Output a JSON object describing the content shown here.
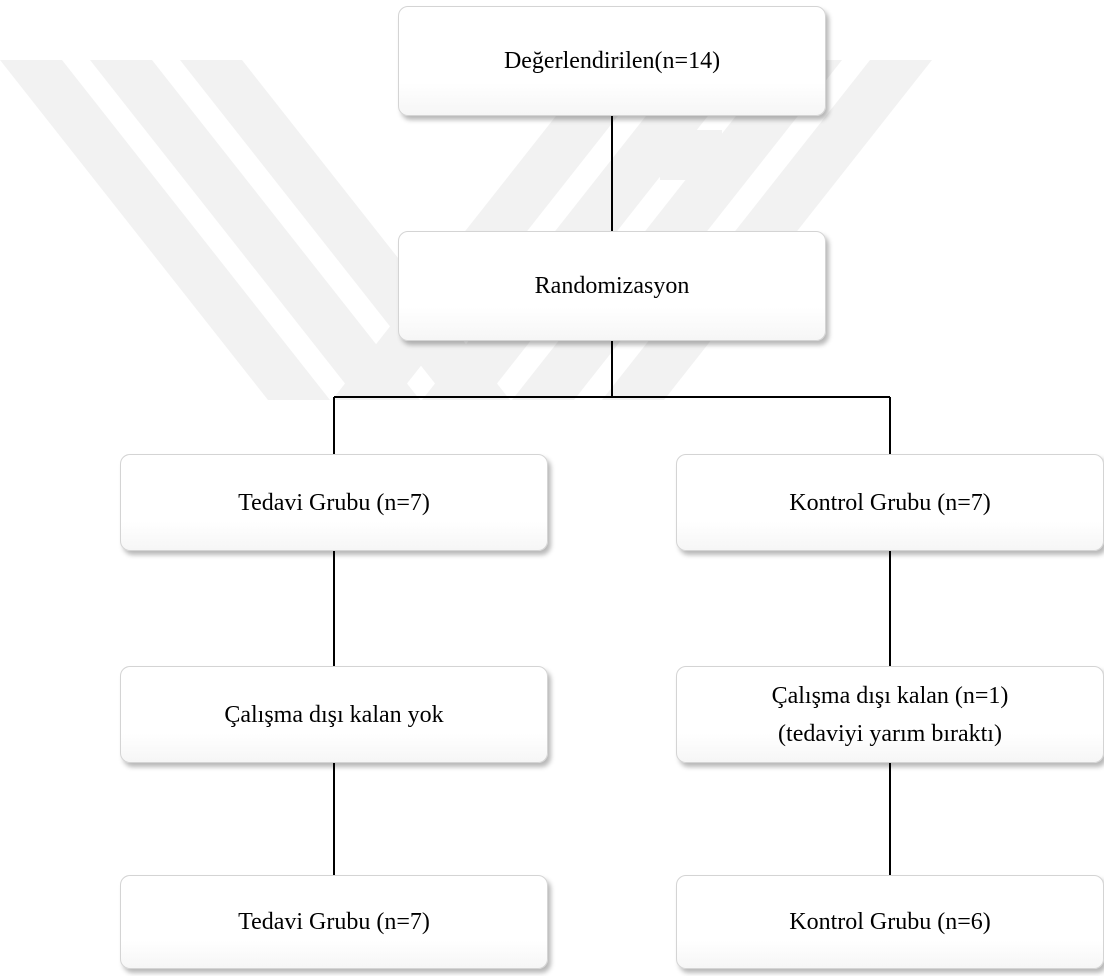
{
  "colors": {
    "watermark": "#f2f2f2",
    "connector": "#000000",
    "box_border": "#d4d4d4"
  },
  "flow": {
    "assessed": "Değerlendirilen(n=14)",
    "randomization": "Randomizasyon",
    "treatment_group": "Tedavi Grubu (n=7)",
    "control_group": "Kontrol Grubu (n=7)",
    "treatment_excluded": "Çalışma dışı kalan yok",
    "control_excluded_line1": "Çalışma dışı kalan (n=1)",
    "control_excluded_line2": "(tedaviyi yarım bıraktı)",
    "treatment_final": "Tedavi Grubu (n=7)",
    "control_final": "Kontrol Grubu (n=6)"
  }
}
